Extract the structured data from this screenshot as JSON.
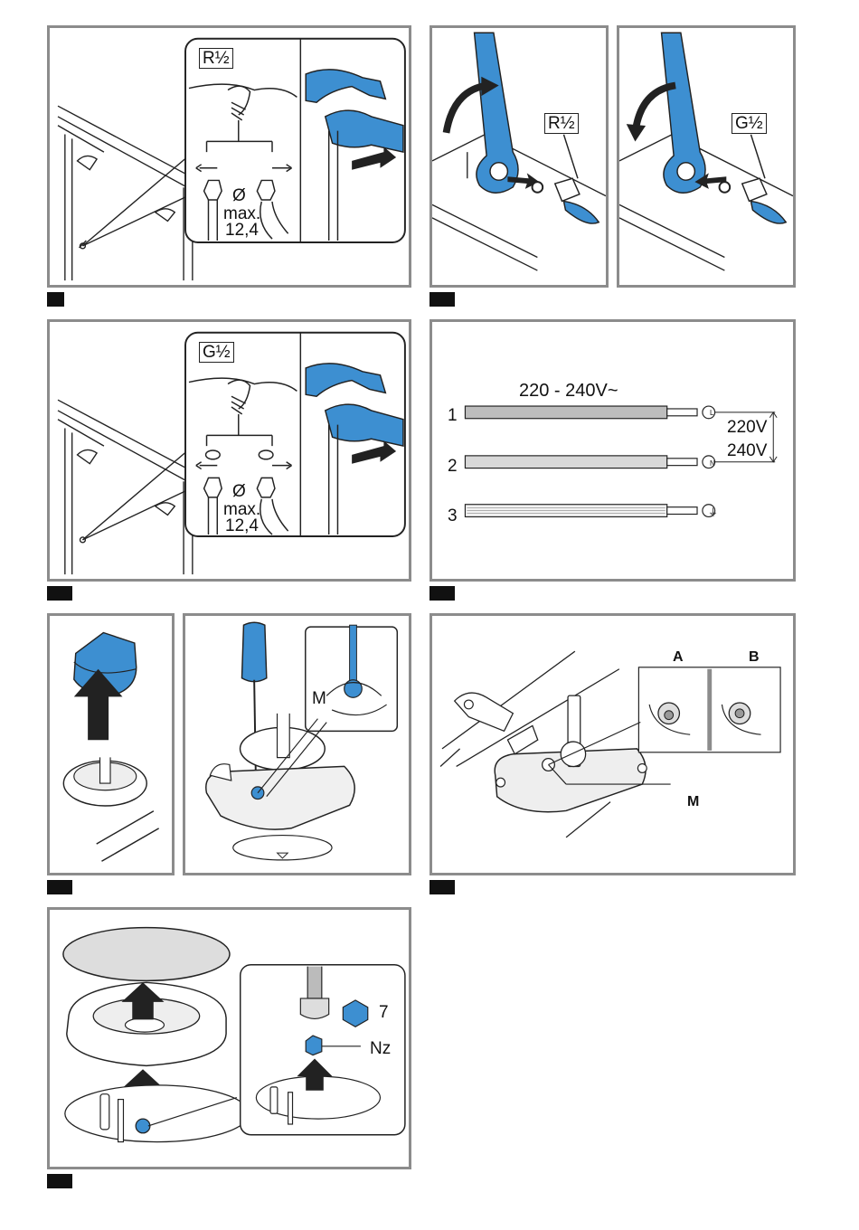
{
  "fig1": {
    "thread": "R½",
    "dia": "Ø",
    "max": "max.",
    "val": "12,4"
  },
  "fig2": {
    "left_thread": "R½",
    "right_thread": "G½"
  },
  "fig3": {
    "thread": "G½",
    "dia": "Ø",
    "max": "max.",
    "val": "12,4"
  },
  "fig4": {
    "voltage": "220 - 240V~",
    "wires": [
      {
        "num": "1",
        "term": "L"
      },
      {
        "num": "2",
        "term": "N"
      },
      {
        "num": "3",
        "term": "⏚"
      }
    ],
    "v1": "220V",
    "v2": "240V"
  },
  "fig6": {
    "m": "M"
  },
  "fig7": {
    "a": "A",
    "b": "B",
    "m": "M"
  },
  "fig8": {
    "seven": "7",
    "nz": "Nz"
  },
  "colors": {
    "accent": "#3d8fd1",
    "frame": "#8c8c8c",
    "tab": "#111111"
  }
}
